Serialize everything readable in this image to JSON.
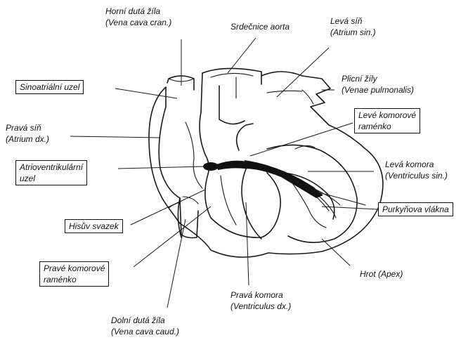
{
  "labels": {
    "vena_cava_cran": [
      "Horní dutá žíla",
      "(Vena cava cran.)"
    ],
    "aorta": "Srdečnice aorta",
    "atrium_sin": [
      "Levá síň",
      "(Atrium sin.)"
    ],
    "sinoatrial": "Sinoatriální uzel",
    "venae_pulm": [
      "Plicní žíly",
      "(Venae pulmonalis)"
    ],
    "left_bundle": [
      "Levé komorové",
      "raménko"
    ],
    "atrium_dx": [
      "Pravá síň",
      "(Atrium dx.)"
    ],
    "av_node": [
      "Atrioventrikulární",
      "uzel"
    ],
    "ventriculus_sin": [
      "Levá komora",
      "(Ventriculus sin.)"
    ],
    "purkinje": "Purkyňova vlákna",
    "his": "Hisův svazek",
    "right_bundle": [
      "Pravé komorové",
      "raménko"
    ],
    "apex": "Hrot (Apex)",
    "ventriculus_dx": [
      "Pravá komora",
      "(Ventriculus dx.)"
    ],
    "vena_cava_caud": [
      "Dolní dutá žíla",
      "(Vena cava caud.)"
    ]
  }
}
